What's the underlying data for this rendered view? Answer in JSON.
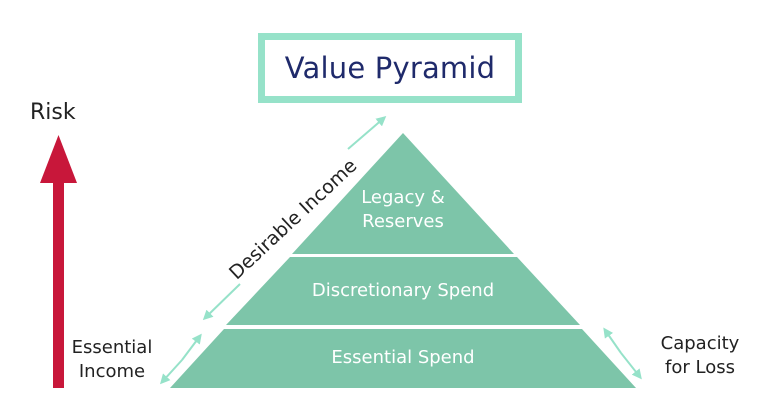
{
  "title": "Value Pyramid",
  "axis": {
    "label": "Risk",
    "arrow_color": "#c8173a"
  },
  "pyramid": {
    "fill_color": "#7dc5a9",
    "divider_color": "#ffffff",
    "tiers": [
      {
        "line1": "Legacy &",
        "line2": "Reserves"
      },
      {
        "label": "Discretionary Spend"
      },
      {
        "label": "Essential Spend"
      }
    ]
  },
  "annotations": {
    "desirable_income": "Desirable Income",
    "essential_income": {
      "line1": "Essential",
      "line2": "Income"
    },
    "capacity_for_loss": {
      "line1": "Capacity",
      "line2": "for Loss"
    },
    "arrow_color": "#96e2c9"
  },
  "colors": {
    "title_border": "#96e2c9",
    "title_text": "#1f2a6b"
  }
}
